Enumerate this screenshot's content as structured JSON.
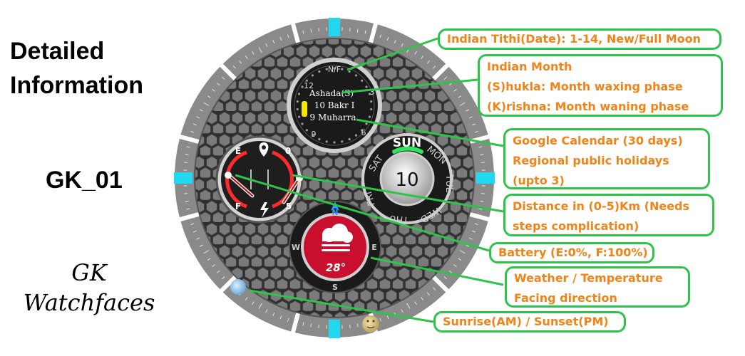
{
  "left": {
    "title_line1": "Detailed",
    "title_line2": "Information",
    "model": "GK_01",
    "brand_line1": "GK",
    "brand_line2": "Watchfaces"
  },
  "watch": {
    "top_dial": {
      "north": "N/F",
      "n12": "12",
      "n3": "3",
      "n6": "6",
      "n9": "9",
      "line1": "Ashada(S)",
      "line2": "10 Bakr I",
      "line3": "9 Muharra"
    },
    "battery_dial": {
      "empty": "E",
      "full": "F",
      "zero": "0",
      "five": "5"
    },
    "calendar_dial": {
      "sat": "SAT",
      "sun": "SUN",
      "mon": "MON",
      "tue": "TUE",
      "wed": "WED",
      "thu": "THU",
      "fri": "FRI",
      "date": "10"
    },
    "weather_dial": {
      "n": "N",
      "e": "E",
      "s": "S",
      "w": "W",
      "temp": "28°"
    }
  },
  "callouts": {
    "tithi": "Indian Tithi(Date): 1-14, New/Full Moon",
    "month_title": "Indian Month",
    "month_s": "(S)hukla: Month waxing phase",
    "month_k": "(K)rishna: Month waning phase",
    "cal_1": "Google Calendar (30 days)",
    "cal_2": "Regional public holidays",
    "cal_3": "(upto 3)",
    "dist_1": "Distance in (0-5)Km (Needs",
    "dist_2": "steps complication)",
    "battery": "Battery (E:0%, F:100%)",
    "weather_1": "Weather / Temperature",
    "weather_2": "Facing direction",
    "sun": "Sunrise(AM) / Sunset(PM)"
  },
  "colors": {
    "callout_border": "#2ec44b",
    "callout_text": "#f08418",
    "bezel": "#8a8a8a",
    "marker": "#20d8f0",
    "weather_red": "#c8102e",
    "sun_green": "#2ee65a"
  }
}
